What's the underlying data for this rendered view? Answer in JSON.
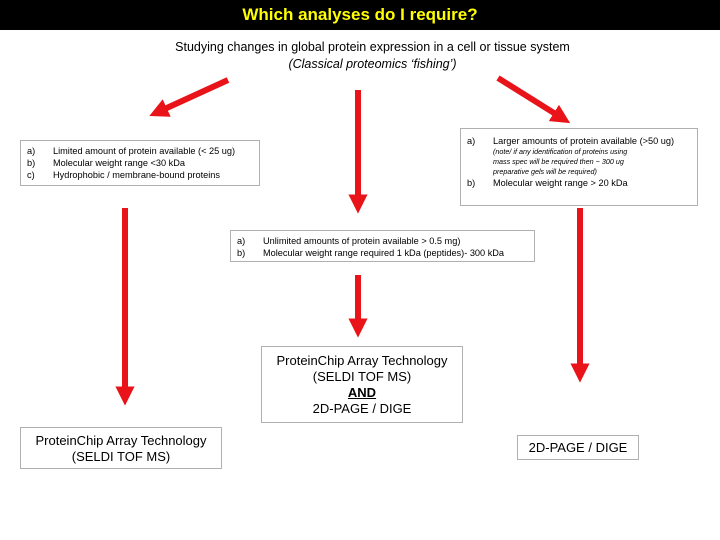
{
  "title": "Which analyses do I require?",
  "subtitle": {
    "line1": "Studying changes in global protein expression in a cell or tissue system",
    "line2": "(Classical proteomics ‘fishing’)"
  },
  "left_box": {
    "items": [
      {
        "marker": "a)",
        "text": "Limited amount of protein available (< 25 ug)"
      },
      {
        "marker": "b)",
        "text": "Molecular weight range <30 kDa"
      },
      {
        "marker": "c)",
        "text": "Hydrophobic / membrane-bound proteins"
      }
    ]
  },
  "right_box": {
    "item_a": {
      "marker": "a)",
      "text": "Larger amounts of protein available (>50 ug)"
    },
    "note_line1": "(note/ if any identification of proteins using",
    "note_line2": "mass spec will be required then ~ 300 ug",
    "note_line3": "preparative gels will be required)",
    "item_b": {
      "marker": "b)",
      "text": "Molecular weight range > 20 kDa"
    }
  },
  "middle_box": {
    "items": [
      {
        "marker": "a)",
        "text": "Unlimited amounts of protein available > 0.5 mg)"
      },
      {
        "marker": "b)",
        "text": "Molecular weight range required 1 kDa (peptides)- 300 kDa"
      }
    ]
  },
  "outcome_left": {
    "line1": "ProteinChip Array Technology",
    "line2": "(SELDI TOF MS)"
  },
  "outcome_middle": {
    "line1": "ProteinChip Array Technology",
    "line2": "(SELDI TOF MS)",
    "and": "AND",
    "line3": "2D-PAGE / DIGE"
  },
  "outcome_right": {
    "line1": "2D-PAGE / DIGE"
  },
  "colors": {
    "arrow": "#e8141a",
    "title_bg": "#000000",
    "title_text": "#ffff00"
  }
}
